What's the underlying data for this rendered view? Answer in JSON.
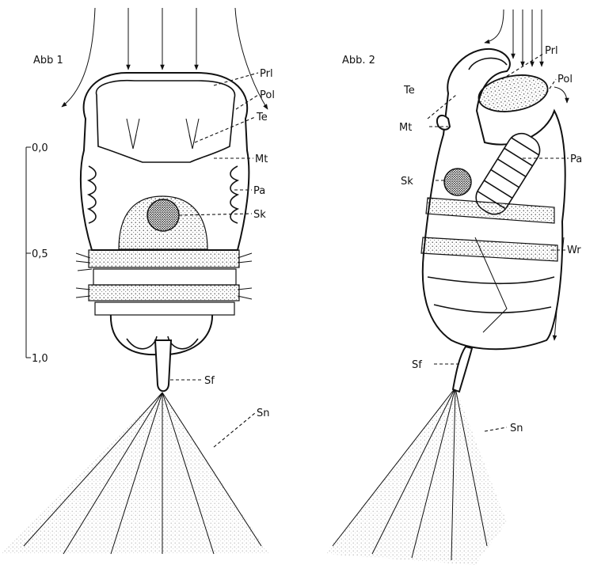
{
  "figure_left": {
    "title": "Abb 1",
    "labels": {
      "prl": "Prl",
      "pol": "Pol",
      "te": "Te",
      "mt": "Mt",
      "pa": "Pa",
      "sk": "Sk",
      "sf": "Sf",
      "sn": "Sn"
    },
    "scale_ticks": [
      "0,0",
      "0,5",
      "1,0"
    ]
  },
  "figure_right": {
    "title": "Abb. 2",
    "labels": {
      "prl": "Prl",
      "pol": "Pol",
      "te": "Te",
      "mt": "Mt",
      "pa": "Pa",
      "sk": "Sk",
      "wr": "Wr",
      "sf": "Sf",
      "sn": "Sn"
    }
  }
}
